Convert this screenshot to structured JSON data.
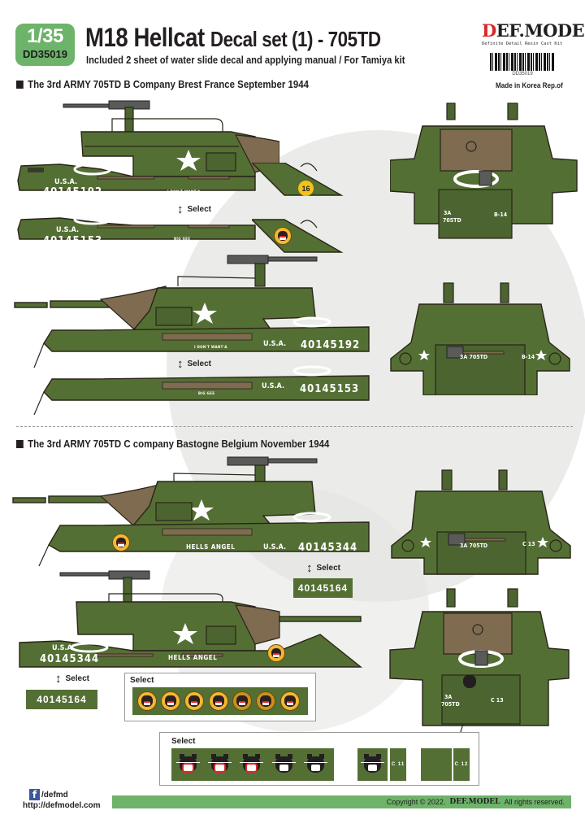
{
  "header": {
    "scale": "1/35",
    "product_code": "DD35019",
    "title_main": "M18 Hellcat",
    "title_sub": "Decal set (1) - 705TD",
    "subtitle": "Included 2 sheet of water slide decal and applying manual  / For Tamiya kit"
  },
  "brand": {
    "logo_first": "D",
    "logo_rest": "EF.MODEL",
    "tagline": "Definite Detail Resin Cast Kit",
    "barcode_number": "DD35019",
    "made_in": "Made in Korea Rep.of"
  },
  "sections": [
    {
      "title": "The 3rd ARMY 705TD B Company Brest France September 1944",
      "vehicles": {
        "left_side": {
          "usa": "U.S.A.",
          "number": "40145192",
          "nickname": "I DON'T WANT'A",
          "turret_number": "16"
        },
        "left_side_alt": {
          "usa": "U.S.A.",
          "number": "40145153",
          "nickname": "BIG GEE"
        },
        "right_side": {
          "usa": "U.S.A.",
          "number": "40145192",
          "nickname": "I DON'T WANT'A"
        },
        "right_side_alt": {
          "usa": "U.S.A.",
          "number": "40145153",
          "nickname": "BIG GEE"
        },
        "rear_view": {
          "unit": "3A",
          "unit2": "705TD",
          "tactical": "B-14"
        },
        "front_view": {
          "unit": "3A 705TD",
          "tactical": "B-14"
        }
      },
      "select_label": "Select"
    },
    {
      "title": "The 3rd ARMY 705TD C company Bastogne Belgium November 1944",
      "vehicles": {
        "right_side": {
          "usa": "U.S.A.",
          "number": "40145344",
          "nickname": "HELLS ANGEL"
        },
        "right_side_alt_number": "40145164",
        "left_side": {
          "usa": "U.S.A.",
          "number": "40145344",
          "nickname": "HELLS ANGEL"
        },
        "left_side_alt_number": "40145164",
        "front_view": {
          "unit": "3A 705TD",
          "tactical": "C 13"
        },
        "rear_view": {
          "unit": "3A",
          "unit2": "705TD",
          "tactical": "C 13"
        }
      },
      "select_label": "Select",
      "emblem_panel": {
        "label": "Select",
        "count": 7
      },
      "panther_panel": {
        "label": "Select",
        "count": 5,
        "tags": [
          "C 11",
          "C 12"
        ]
      }
    }
  ],
  "footer": {
    "facebook": "/defmd",
    "url": "http://defmodel.com",
    "copyright_prefix": "Copyright © 2022.",
    "copyright_brand": "DEF.MODEL",
    "copyright_suffix": "All rights reserved."
  },
  "colors": {
    "olive": "#546f34",
    "brand_green": "#6db36a",
    "brand_red": "#d42a2a",
    "tarp": "#7e6b50",
    "emblem_yellow": "#f4b731"
  }
}
